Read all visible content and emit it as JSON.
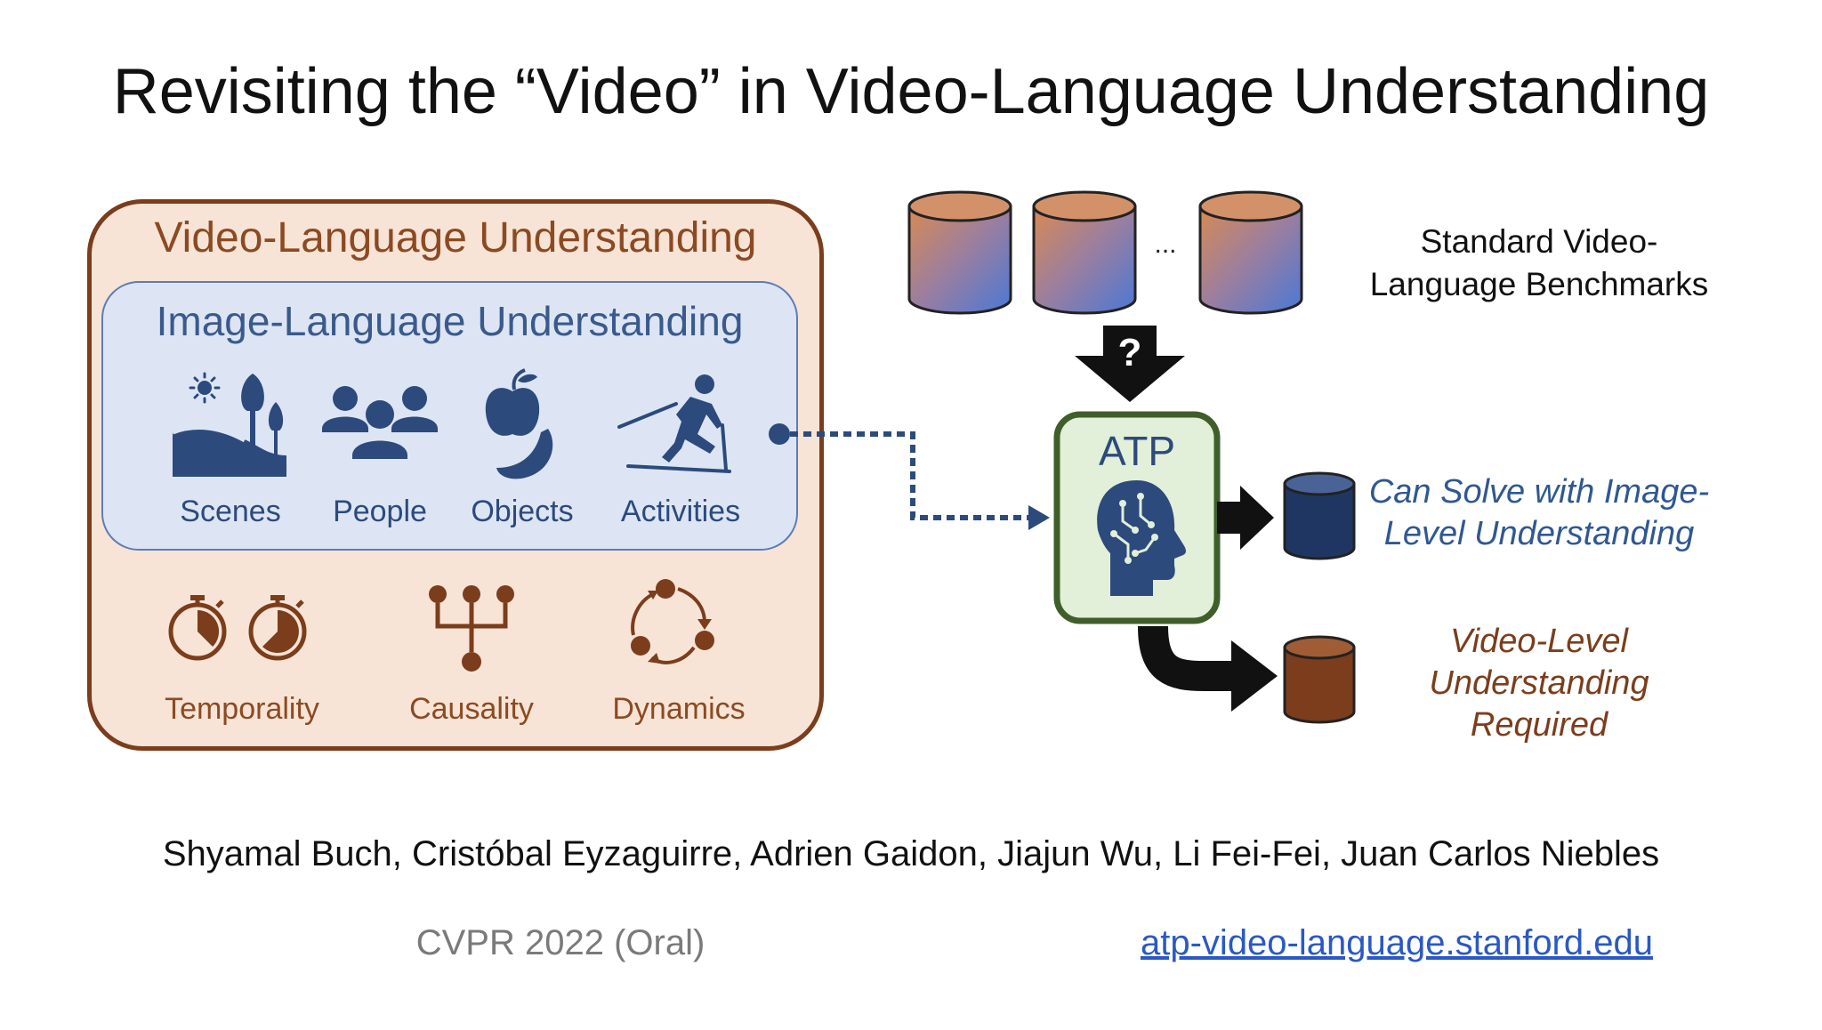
{
  "title": "Revisiting the “Video” in Video-Language Understanding",
  "video_language_box": {
    "title": "Video-Language Understanding",
    "image_language_box": {
      "title": "Image-Language Understanding",
      "items": [
        {
          "label": "Scenes",
          "icon": "landscape-icon"
        },
        {
          "label": "People",
          "icon": "people-icon"
        },
        {
          "label": "Objects",
          "icon": "fruit-icon"
        },
        {
          "label": "Activities",
          "icon": "skier-icon"
        }
      ]
    },
    "video_items": [
      {
        "label": "Temporality",
        "icon": "stopwatch-icon"
      },
      {
        "label": "Causality",
        "icon": "causal-graph-icon"
      },
      {
        "label": "Dynamics",
        "icon": "cycle-icon"
      }
    ]
  },
  "benchmarks": {
    "ellipsis": "...",
    "label_line1": "Standard Video-",
    "label_line2": "Language Benchmarks"
  },
  "question_mark": "?",
  "atp": {
    "label": "ATP",
    "icon": "ai-brain-head-icon"
  },
  "outcomes": {
    "image_level": {
      "line1": "Can Solve with Image-",
      "line2": "Level Understanding"
    },
    "video_level": {
      "line1": "Video-Level",
      "line2": "Understanding",
      "line3": "Required"
    }
  },
  "authors": "Shyamal Buch, Cristóbal Eyzaguirre, Adrien Gaidon, Jiajun Wu, Li Fei-Fei, Juan Carlos Niebles",
  "venue": "CVPR 2022 (Oral)",
  "website": "atp-video-language.stanford.edu",
  "colors": {
    "brown": "#7b3d1c",
    "peach": "#f7e4d6",
    "blue": "#2c4a7c",
    "light_blue": "#dde5f4",
    "atp_green": "#3f5f2a",
    "atp_fill": "#e2efd9",
    "link": "#2a59c4"
  }
}
